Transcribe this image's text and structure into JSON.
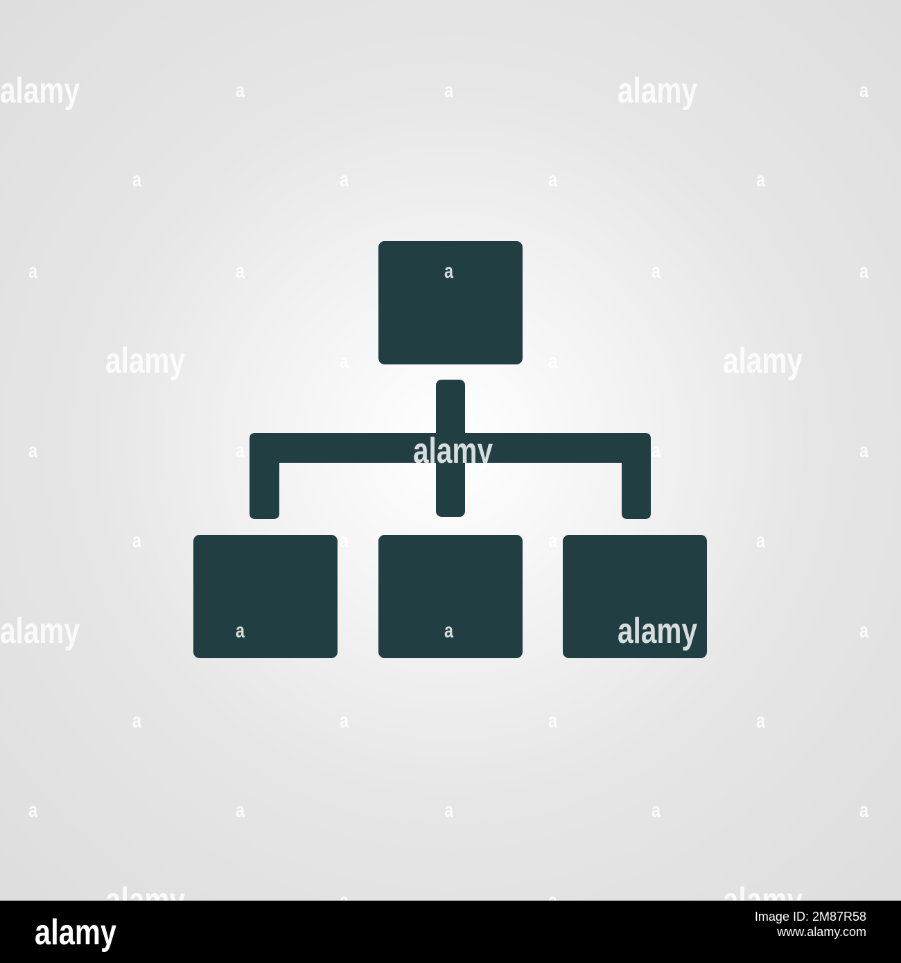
{
  "icon": {
    "name": "hierarchy-icon",
    "color": "#213f43"
  },
  "background": {
    "center_color": "#ffffff",
    "edge_color": "#dedede"
  },
  "watermark": {
    "word": "alamy",
    "letter": "a"
  },
  "footer": {
    "logo": "alamy",
    "image_id_label": "Image ID: 2M87R58",
    "site": "www.alamy.com"
  }
}
